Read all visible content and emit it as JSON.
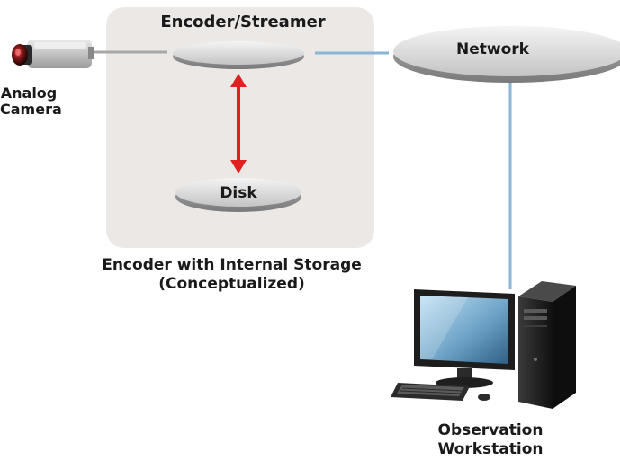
{
  "nodes": {
    "encoder": {
      "label": "Encoder/Streamer"
    },
    "network": {
      "label": "Network"
    },
    "disk": {
      "label": "Disk"
    },
    "camera": {
      "label_line1": "Analog",
      "label_line2": "Camera"
    },
    "workstation": {
      "label_line1": "Observation",
      "label_line2": "Workstation"
    }
  },
  "group": {
    "caption_line1": "Encoder with Internal Storage",
    "caption_line2": "(Conceptualized)"
  },
  "colors": {
    "group_background": "#ece8e5",
    "link_gray": "#a7a7a7",
    "link_blue": "#8ab5d4",
    "bidirectional_arrow": "#e02121",
    "node_disc": "#c9c9c9"
  },
  "icons": [
    "analog-camera-icon",
    "workstation-icon"
  ]
}
